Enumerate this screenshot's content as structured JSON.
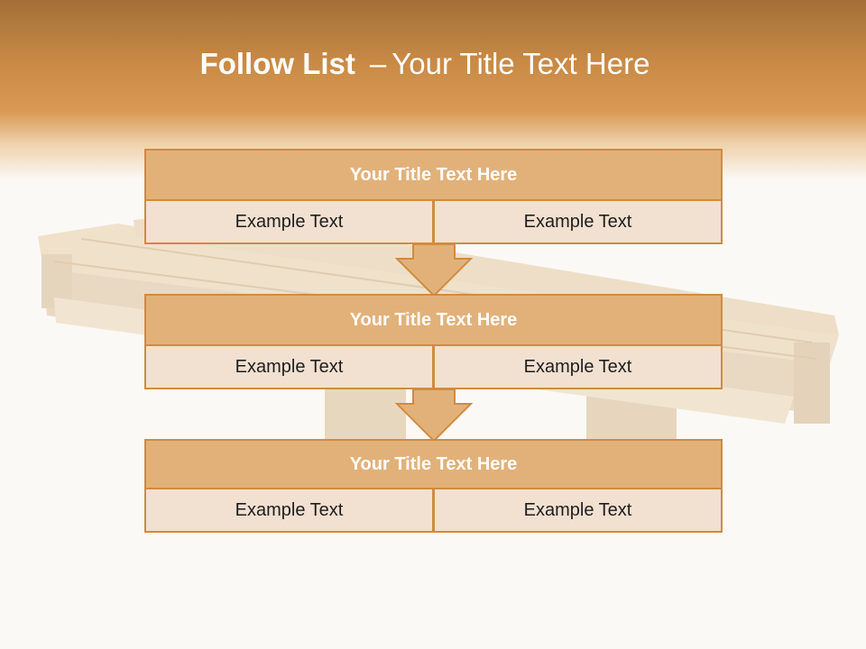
{
  "slide": {
    "title_bold": "Follow List",
    "title_separator": "–",
    "title_rest": "Your Title Text Here"
  },
  "blocks": [
    {
      "title": "Your Title Text Here",
      "left_text": "Example Text",
      "right_text": "Example Text"
    },
    {
      "title": "Your Title Text Here",
      "left_text": "Example Text",
      "right_text": "Example Text"
    },
    {
      "title": "Your Title Text Here",
      "left_text": "Example Text",
      "right_text": "Example Text"
    }
  ],
  "colors": {
    "header_dark": "#a26f38",
    "header_mid": "#d99a55",
    "title_fill": "#e2b17a",
    "cell_fill": "#f2e0d0",
    "border": "#d28b3c",
    "text_light": "#ffffff",
    "text_dark": "#1e1e1e"
  },
  "icons": [
    "down-arrow-icon",
    "wooden-pallet-image"
  ]
}
